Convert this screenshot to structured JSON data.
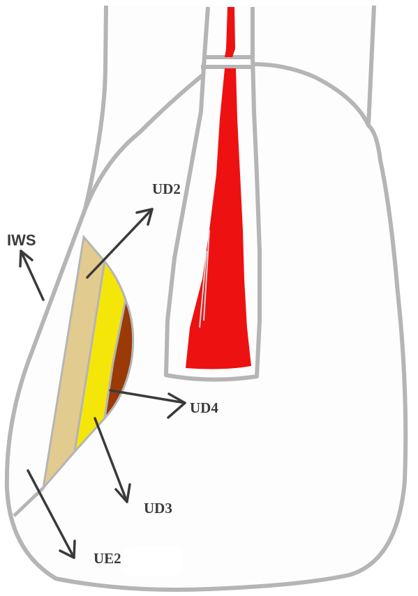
{
  "labels": {
    "iws": "IWS",
    "ud2": "UD2",
    "ud3": "UD3",
    "ud4": "UD4",
    "ue2": "UE2"
  },
  "colors": {
    "outline": "#b5b5b5",
    "canal": "#ee1111",
    "layer_ue2": "#e2cb8f",
    "layer_ud3": "#f5e60a",
    "layer_ud4": "#9a3a06",
    "arrow": "#3a3a3a",
    "fill": "#fdfdfd"
  }
}
